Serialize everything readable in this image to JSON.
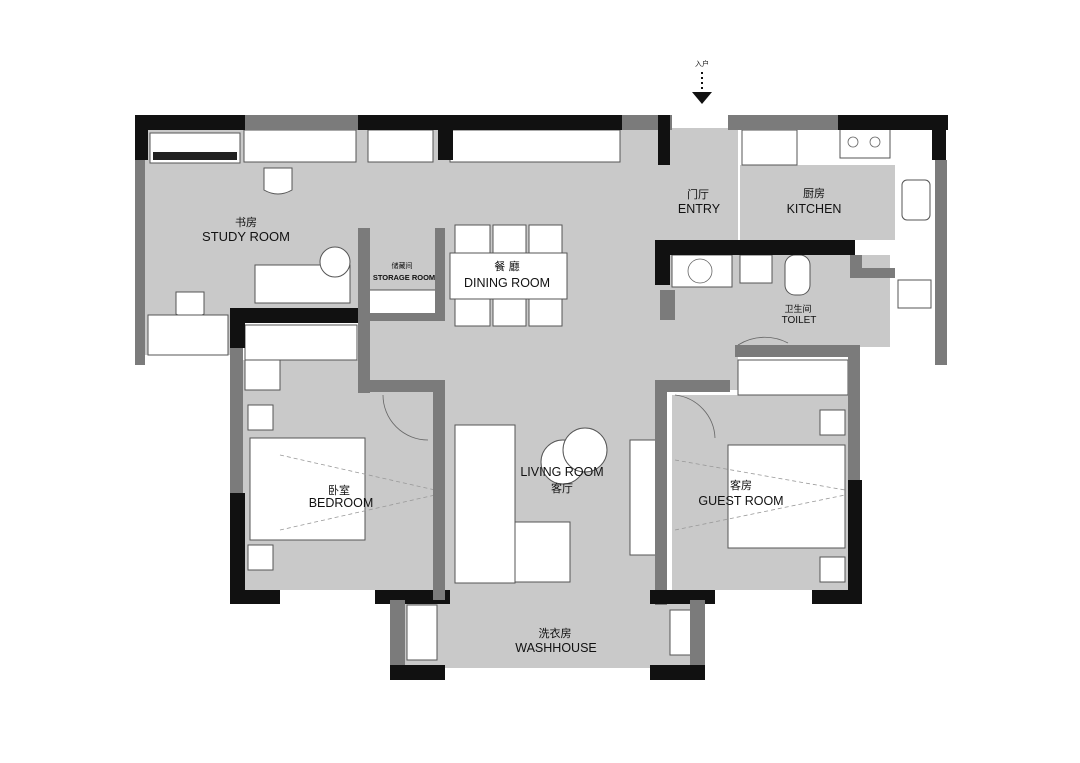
{
  "entrance": {
    "label": "入户"
  },
  "rooms": {
    "study": {
      "zh": "书房",
      "en": "STUDY ROOM"
    },
    "storage": {
      "zh": "储藏间",
      "en": "STORAGE ROOM"
    },
    "dining": {
      "zh": "餐 廳",
      "en": "DINING ROOM"
    },
    "entry": {
      "zh": "门厅",
      "en": "ENTRY"
    },
    "kitchen": {
      "zh": "厨房",
      "en": "KITCHEN"
    },
    "toilet": {
      "zh": "卫生间",
      "en": "TOILET"
    },
    "living": {
      "zh": "客厅",
      "en": "LIVING ROOM"
    },
    "bedroom": {
      "zh": "卧室",
      "en": "BEDROOM"
    },
    "guest": {
      "zh": "客房",
      "en": "GUEST ROOM"
    },
    "washhouse": {
      "zh": "洗衣房",
      "en": "WASHHOUSE"
    }
  }
}
